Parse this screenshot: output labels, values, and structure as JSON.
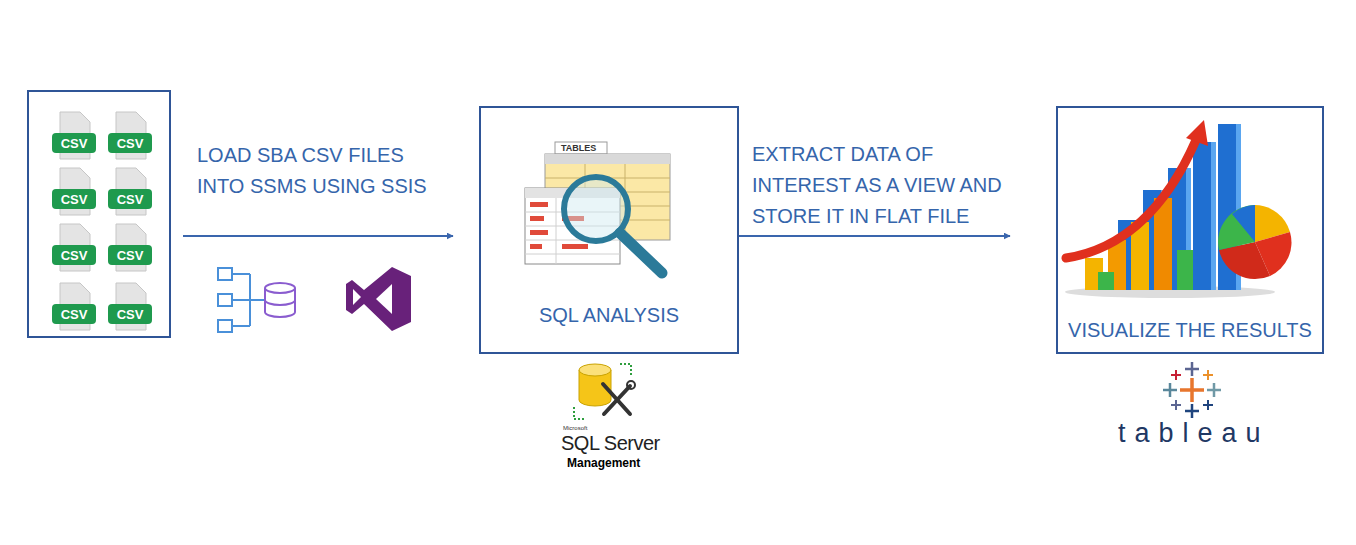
{
  "diagram": {
    "nodes": [
      {
        "text": []
      },
      {
        "text": [
          "CSV"
        ],
        "in": 0
      },
      {
        "text": [
          "CSV"
        ],
        "in": 0
      },
      {
        "text": [
          "CSV"
        ],
        "in": 0
      },
      {
        "text": [
          "CSV"
        ],
        "in": 0
      },
      {
        "text": [
          "CSV"
        ],
        "in": 0
      },
      {
        "text": [
          "CSV"
        ],
        "in": 0
      },
      {
        "text": [
          "CSV"
        ],
        "in": 0
      },
      {
        "text": [
          "CSV"
        ],
        "in": 0
      },
      {
        "text": [
          "SQL ANALYSIS"
        ]
      },
      {
        "text": [
          "VISUALIZE THE RESULTS"
        ]
      }
    ],
    "edges": [
      {
        "from": 0,
        "to": 9,
        "arrow": "to",
        "label": "LOAD SBA CSV FILES INTO SSMS USING SSIS"
      },
      {
        "from": 9,
        "to": 10,
        "arrow": "to",
        "label": "EXTRACT DATA OF INTEREST AS A VIEW AND STORE IT IN FLAT FILE"
      }
    ],
    "labels": [
      "TABLES",
      "Microsoft",
      "SQL Server",
      "Management",
      "tableau"
    ]
  }
}
